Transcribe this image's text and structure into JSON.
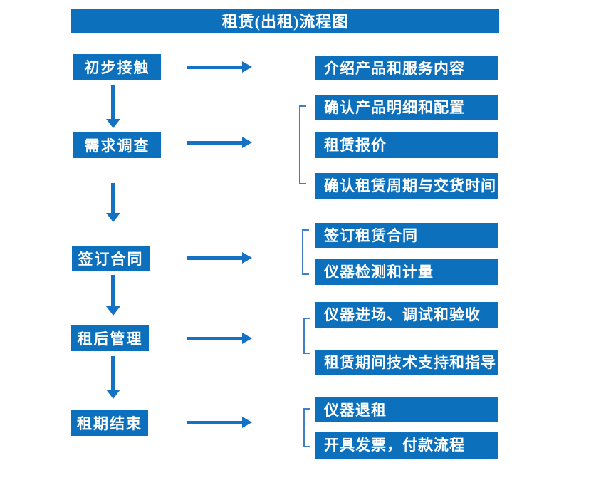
{
  "title": "租赁(出租)流程图",
  "colors": {
    "box_blue": "#0d70bc",
    "arrow_blue": "#1571c4",
    "bracket_blue": "#3f80c4",
    "text_white": "#ffffff",
    "background": "#ffffff"
  },
  "stages": [
    {
      "label": "初步接触",
      "outputs": [
        "介绍产品和服务内容"
      ]
    },
    {
      "label": "需求调查",
      "outputs": [
        "确认产品明细和配置",
        "租赁报价",
        "确认租赁周期与交货时间"
      ]
    },
    {
      "label": "签订合同",
      "outputs": [
        "签订租赁合同",
        "仪器检测和计量"
      ]
    },
    {
      "label": "租后管理",
      "outputs": [
        "仪器进场、调试和验收",
        "租赁期间技术支持和指导"
      ]
    },
    {
      "label": "租期结束",
      "outputs": [
        "仪器退租",
        "开具发票，付款流程"
      ]
    }
  ]
}
